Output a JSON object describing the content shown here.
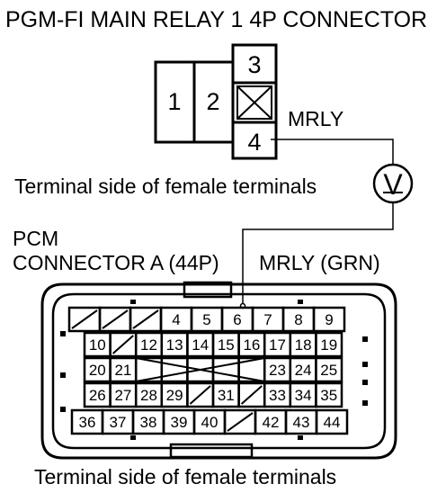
{
  "title": "PGM-FI MAIN RELAY 1 4P CONNECTOR",
  "relay": {
    "pins": [
      "1",
      "2",
      "3",
      "4"
    ],
    "wire_label": "MRLY",
    "caption": "Terminal side of female terminals"
  },
  "meter": {
    "symbol": "V"
  },
  "pcm": {
    "title_line1": "PCM",
    "title_line2": "CONNECTOR A (44P)",
    "wire_label": "MRLY (GRN)",
    "caption": "Terminal side of female terminals",
    "rows": [
      [
        "",
        "",
        "",
        "4",
        "5",
        "6",
        "7",
        "8",
        "9"
      ],
      [
        "10",
        "",
        "12",
        "13",
        "14",
        "15",
        "16",
        "17",
        "18",
        "19"
      ],
      [
        "20",
        "21",
        "",
        "",
        "",
        "",
        "",
        "23",
        "24",
        "25"
      ],
      [
        "26",
        "27",
        "28",
        "29",
        "",
        "31",
        "",
        "33",
        "34",
        "35"
      ],
      [
        "36",
        "37",
        "38",
        "39",
        "40",
        "",
        "42",
        "43",
        "44"
      ]
    ]
  }
}
